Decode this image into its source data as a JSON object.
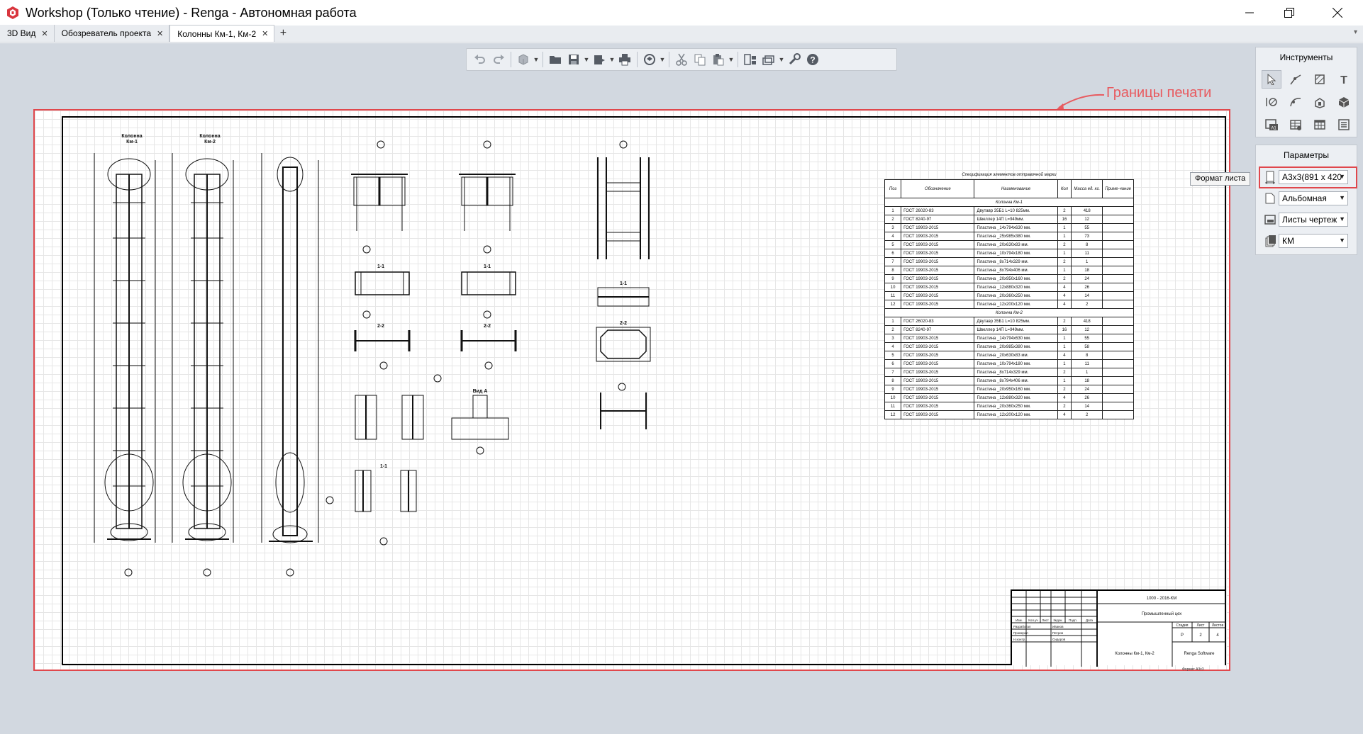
{
  "window": {
    "title": "Workshop (Только чтение) - Renga - Автономная работа"
  },
  "tabs": [
    {
      "label": "3D Вид"
    },
    {
      "label": "Обозреватель проекта"
    },
    {
      "label": "Колонны Км-1, Км-2"
    }
  ],
  "tab_add": "+",
  "tab_overflow": "▾",
  "colors": {
    "accent_red": "#e0474c",
    "workspace": "#d2d8e0",
    "print_label": "#e85a5f"
  },
  "annotation": {
    "print_bounds_label": "Границы печати"
  },
  "toolbar": {
    "icons": [
      "undo-icon",
      "redo-icon",
      "model-icon",
      "open-folder-icon",
      "save-icon",
      "export-icon",
      "print-icon",
      "rotate-view-icon",
      "cut-icon",
      "copy-icon",
      "paste-icon",
      "layout-icon",
      "views-icon",
      "settings-wrench-icon",
      "help-icon"
    ]
  },
  "panels": {
    "tools": {
      "header": "Инструменты"
    },
    "params": {
      "header": "Параметры",
      "sheet_format": {
        "value": "А3х3(891 х 420"
      },
      "orientation": {
        "value": "Альбомная"
      },
      "sheet_type": {
        "value": "Листы чертеж"
      },
      "mark": {
        "value": "КМ"
      }
    },
    "tooltip": "Формат листа"
  },
  "drawing": {
    "labels": {
      "col1": "Колонна",
      "col1b": "Км-1",
      "col2": "Колонна",
      "col2b": "Км-2",
      "s11": "1-1",
      "s22": "2-2",
      "s11b": "1-1",
      "s22b": "2-2",
      "viewA": "Вид А",
      "s11c": "1-1",
      "s11d": "1-1",
      "s22c": "2-2"
    },
    "spec": {
      "title": "Спецификация элементов отправочной марки",
      "headers": [
        "Поз",
        "Обозначение",
        "Наименование",
        "Кол",
        "Масса ед. кг.",
        "Приме-чание"
      ],
      "group1": "Колонна Км-1",
      "rows1": [
        [
          "1",
          "ГОСТ 26020-83",
          "Двутавр 35Б1 L=10 825мм.",
          "2",
          "418",
          ""
        ],
        [
          "2",
          "ГОСТ 8240-97",
          "Швеллер 14П L=949мм.",
          "16",
          "12",
          ""
        ],
        [
          "3",
          "ГОСТ 19903-2015",
          "Пластина _14х794х630 мм.",
          "1",
          "55",
          ""
        ],
        [
          "4",
          "ГОСТ 19903-2015",
          "Пластина _25х985х380 мм.",
          "1",
          "73",
          ""
        ],
        [
          "5",
          "ГОСТ 19903-2015",
          "Пластина _20х630х83 мм.",
          "2",
          "8",
          ""
        ],
        [
          "6",
          "ГОСТ 19903-2015",
          "Пластина _10х794х180 мм.",
          "1",
          "11",
          ""
        ],
        [
          "7",
          "ГОСТ 19903-2015",
          "Пластина _8х714х329 мм.",
          "2",
          "1",
          ""
        ],
        [
          "8",
          "ГОСТ 19903-2015",
          "Пластина _8х794х406 мм.",
          "1",
          "18",
          ""
        ],
        [
          "9",
          "ГОСТ 19903-2015",
          "Пластина _20х950х160 мм.",
          "2",
          "24",
          ""
        ],
        [
          "10",
          "ГОСТ 19903-2015",
          "Пластина _12х880х320 мм.",
          "4",
          "26",
          ""
        ],
        [
          "11",
          "ГОСТ 19903-2015",
          "Пластина _20х360х250 мм.",
          "4",
          "14",
          ""
        ],
        [
          "12",
          "ГОСТ 19903-2015",
          "Пластина _12х200х120 мм.",
          "4",
          "2",
          ""
        ]
      ],
      "group2": "Колонна Км-2",
      "rows2": [
        [
          "1",
          "ГОСТ 26020-83",
          "Двутавр 35Б1 L=10 825мм.",
          "2",
          "418",
          ""
        ],
        [
          "2",
          "ГОСТ 8240-97",
          "Швеллер 14П L=949мм.",
          "16",
          "12",
          ""
        ],
        [
          "3",
          "ГОСТ 19903-2015",
          "Пластина _14х794х630 мм.",
          "1",
          "55",
          ""
        ],
        [
          "4",
          "ГОСТ 19903-2015",
          "Пластина _20х985х380 мм.",
          "1",
          "58",
          ""
        ],
        [
          "5",
          "ГОСТ 19903-2015",
          "Пластина _20х630х83 мм.",
          "4",
          "8",
          ""
        ],
        [
          "6",
          "ГОСТ 19903-2015",
          "Пластина _10х794х180 мм.",
          "1",
          "11",
          ""
        ],
        [
          "7",
          "ГОСТ 19903-2015",
          "Пластина _8х714х329 мм.",
          "2",
          "1",
          ""
        ],
        [
          "8",
          "ГОСТ 19903-2015",
          "Пластина _8х794х406 мм.",
          "1",
          "18",
          ""
        ],
        [
          "9",
          "ГОСТ 19903-2015",
          "Пластина _20х950х160 мм.",
          "2",
          "24",
          ""
        ],
        [
          "10",
          "ГОСТ 19903-2015",
          "Пластина _12х880х320 мм.",
          "4",
          "26",
          ""
        ],
        [
          "11",
          "ГОСТ 19903-2015",
          "Пластина _20х360х250 мм.",
          "2",
          "14",
          ""
        ],
        [
          "12",
          "ГОСТ 19903-2015",
          "Пластина _12х200х120 мм.",
          "4",
          "2",
          ""
        ]
      ]
    },
    "titleblock": {
      "code": "1000 - 2016-КМ",
      "building": "Промышленный цех",
      "sheet_name": "Колонны Км-1, Км-2",
      "org": "Renga Software",
      "stage_h": "Стадия",
      "sheet_h": "Лист",
      "sheets_h": "Листов",
      "stage": "Р",
      "sheet": "2",
      "sheets": "4",
      "format": "Формат А3х3",
      "roles": [
        "Разработал",
        "Проверил",
        "Н.контр."
      ],
      "names": [
        "Иванов",
        "Петров",
        "Сидоров"
      ],
      "cols": [
        "Изм.",
        "Кол.уч",
        "Лист",
        "№док.",
        "Подп.",
        "Дата"
      ]
    }
  }
}
